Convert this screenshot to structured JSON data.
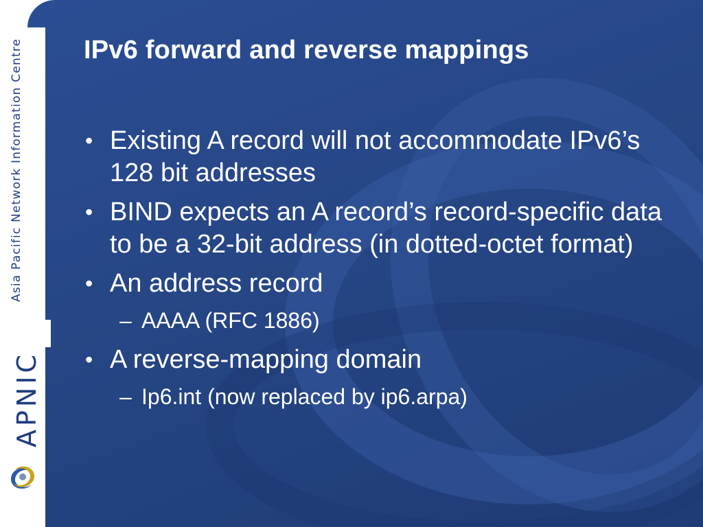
{
  "sidebar": {
    "tagline": "Asia Pacific Network Information Centre",
    "brand": "APNIC",
    "logo_icon": "apnic-swirl-logo",
    "text_color": "#1f3d80"
  },
  "slide": {
    "background_color": "#264685",
    "title": "IPv6 forward and reverse mappings",
    "bullets": [
      {
        "mark": "•",
        "text": "Existing A record will not accommodate IPv6’s 128 bit addresses"
      },
      {
        "mark": "•",
        "text": "BIND expects an A record’s record-specific data to be a 32-bit address (in dotted-octet format)"
      },
      {
        "mark": "•",
        "text": "An address record",
        "sub": {
          "mark": "–",
          "text": "AAAA (RFC 1886)"
        }
      },
      {
        "mark": "•",
        "text": "A reverse-mapping domain",
        "sub": {
          "mark": "–",
          "text": "Ip6.int (now replaced by ip6.arpa)"
        }
      }
    ]
  }
}
